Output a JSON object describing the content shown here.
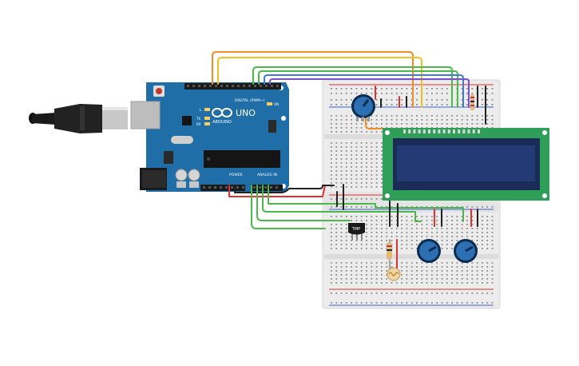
{
  "arduino": {
    "logo_text": "ARDUINO",
    "model": "UNO",
    "digital_header": "DIGITAL (PWM~)",
    "power_header": "POWER",
    "analog_header": "ANALOG IN",
    "led_labels": [
      "L",
      "TX",
      "RX"
    ],
    "on_label": "ON"
  },
  "temp_sensor": {
    "label": "TMP"
  },
  "colors": {
    "board": "#1f6ea8",
    "breadboard": "#ececec",
    "lcd_frame": "#2e9e58",
    "lcd_screen": "#233a74",
    "wire_orange": "#f28c28",
    "wire_yellow": "#f2c021",
    "wire_green": "#4cb848",
    "wire_blue": "#3b7cd6",
    "wire_purple": "#7a4fc9",
    "wire_red": "#e03030",
    "wire_black": "#222222"
  },
  "icons": [
    "usb-plug-icon",
    "power-jack-icon",
    "potentiometer-icon",
    "temperature-sensor-icon",
    "photoresistor-icon",
    "resistor-icon",
    "lcd-display-icon"
  ]
}
